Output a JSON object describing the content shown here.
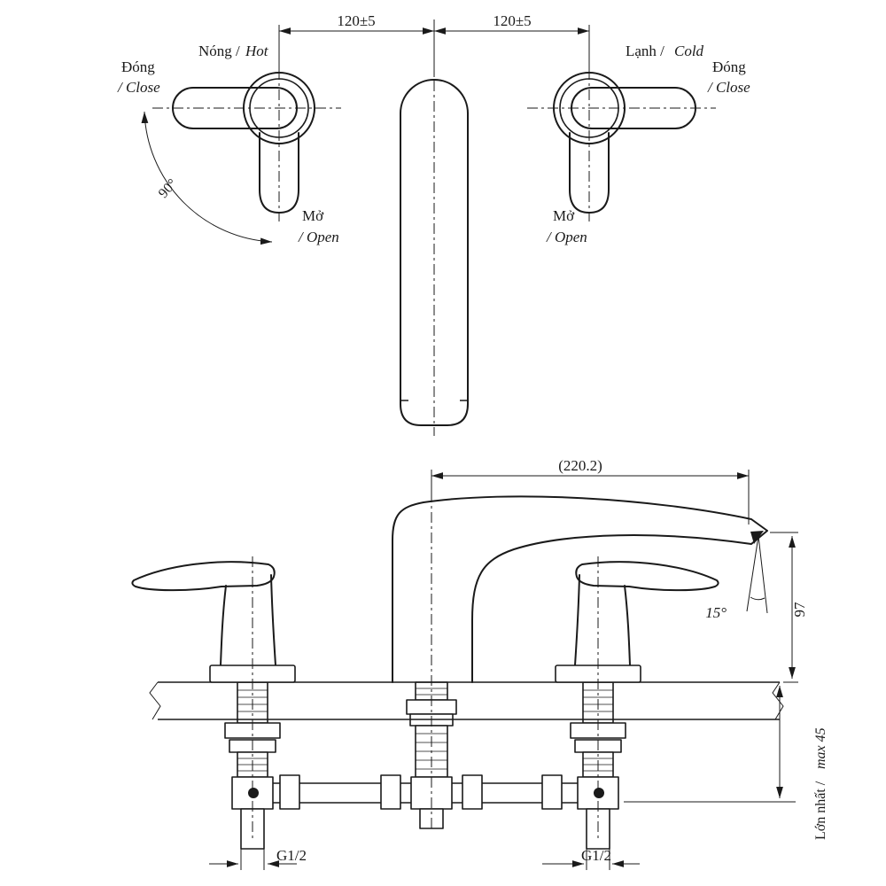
{
  "colors": {
    "line": "#1a1a1a",
    "background": "#ffffff"
  },
  "top_view": {
    "dim_left": "120±5",
    "dim_right": "120±5",
    "rotation_angle": "90°",
    "hot_vi": "Nóng /",
    "hot_en": "Hot",
    "cold_vi": "Lạnh /",
    "cold_en": "Cold",
    "close_left_1": "Đóng",
    "close_left_2": "/ Close",
    "close_right_1": "Đóng",
    "close_right_2": "/ Close",
    "open_left_1": "Mở",
    "open_left_2": "/ Open",
    "open_right_1": "Mở",
    "open_right_2": "/ Open"
  },
  "side_view": {
    "spout_reach": "(220.2)",
    "spout_angle": "15°",
    "spout_height": "97",
    "max_thickness_vi": "Lớn nhất /",
    "max_thickness_en": "max 45",
    "thread_left": "G1/2",
    "thread_right": "G1/2"
  }
}
